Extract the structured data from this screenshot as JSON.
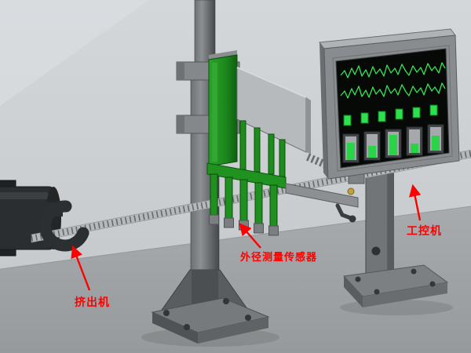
{
  "labels": {
    "extruder": "挤出机",
    "od_sensor": "外径测量传感器",
    "ipc": "工控机"
  },
  "colors": {
    "annotation_red": "#fe0000",
    "sensor_green": "#1f8f1f",
    "waveform_green": "#35e455",
    "metal_gray": "#8b8e91",
    "dark_metal": "#2b2e30",
    "wall_gray": "#cdd1d4",
    "floor_gray": "#a2a5a7"
  }
}
